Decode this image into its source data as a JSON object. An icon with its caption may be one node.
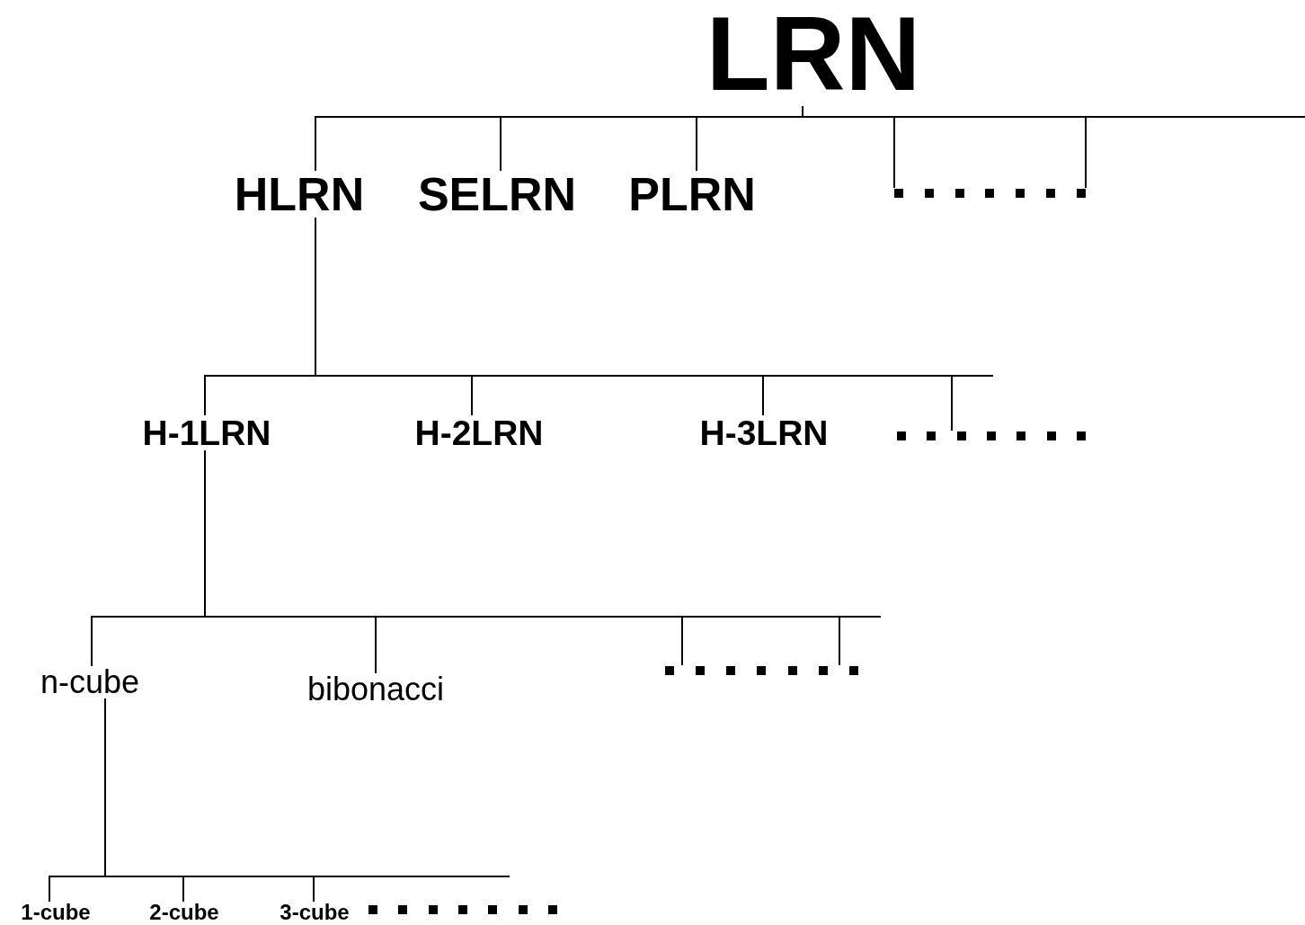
{
  "diagram": {
    "nodes": [
      {
        "text": [
          "LRN"
        ]
      },
      {
        "text": [
          "HLRN"
        ]
      },
      {
        "text": [
          "SELRN"
        ]
      },
      {
        "text": [
          "PLRN"
        ]
      },
      {
        "text": [],
        "shape": "dots"
      },
      {
        "text": [
          "H-1LRN"
        ]
      },
      {
        "text": [
          "H-2LRN"
        ]
      },
      {
        "text": [
          "H-3LRN"
        ]
      },
      {
        "text": [],
        "shape": "dots"
      },
      {
        "text": [
          "n-cube"
        ]
      },
      {
        "text": [
          "bibonacci"
        ]
      },
      {
        "text": [],
        "shape": "dots"
      },
      {
        "text": [
          "1-cube"
        ]
      },
      {
        "text": [
          "2-cube"
        ]
      },
      {
        "text": [
          "3-cube"
        ]
      },
      {
        "text": [],
        "shape": "dots"
      }
    ],
    "edges": [
      {
        "from": 0,
        "to": 1,
        "arrow": "none"
      },
      {
        "from": 0,
        "to": 2,
        "arrow": "none"
      },
      {
        "from": 0,
        "to": 3,
        "arrow": "none"
      },
      {
        "from": 0,
        "to": 4,
        "arrow": "none"
      },
      {
        "from": 0,
        "to": 4,
        "arrow": "none"
      },
      {
        "from": 1,
        "to": 5,
        "arrow": "none"
      },
      {
        "from": 1,
        "to": 6,
        "arrow": "none"
      },
      {
        "from": 1,
        "to": 7,
        "arrow": "none"
      },
      {
        "from": 1,
        "to": 8,
        "arrow": "none"
      },
      {
        "from": 5,
        "to": 9,
        "arrow": "none"
      },
      {
        "from": 5,
        "to": 10,
        "arrow": "none"
      },
      {
        "from": 5,
        "to": 11,
        "arrow": "none"
      },
      {
        "from": 5,
        "to": 11,
        "arrow": "none"
      },
      {
        "from": 9,
        "to": 12,
        "arrow": "none"
      },
      {
        "from": 9,
        "to": 13,
        "arrow": "none"
      },
      {
        "from": 9,
        "to": 14,
        "arrow": "none"
      }
    ]
  }
}
